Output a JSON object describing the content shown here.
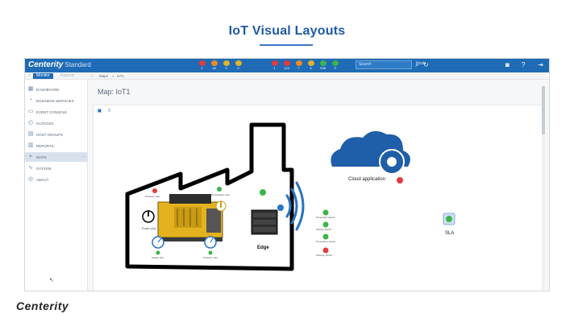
{
  "slide": {
    "title": "IoT Visual Layouts",
    "footer_logo": "Centerity"
  },
  "app": {
    "brand": "Centerity",
    "brand_sub": "Standard",
    "status_groups": [
      [
        {
          "icon": "critical-icon",
          "color": "#e23b3b",
          "count": "4"
        },
        {
          "icon": "warning-icon",
          "color": "#f08a24",
          "count": "18"
        },
        {
          "icon": "gauge-icon",
          "color": "#e2b32b",
          "count": "3"
        },
        {
          "icon": "gauge-ok-icon",
          "color": "#e2b32b",
          "count": "0"
        }
      ],
      [
        {
          "icon": "down-icon",
          "color": "#e23b3b",
          "count": "1"
        },
        {
          "icon": "critical-icon",
          "color": "#e23b3b",
          "count": "124"
        },
        {
          "icon": "warning-icon",
          "color": "#f08a24",
          "count": "7"
        },
        {
          "icon": "unknown-icon",
          "color": "#e2b32b",
          "count": "4"
        },
        {
          "icon": "ok-icon",
          "color": "#3bb54a",
          "count": "938"
        },
        {
          "icon": "check-icon",
          "color": "#3bb54a",
          "count": "3"
        }
      ]
    ],
    "search_placeholder": "Search",
    "search_scope": "Host",
    "tabs": {
      "monitor": "Monitor",
      "reports": "Reports"
    },
    "breadcrumb": {
      "home": "⌂",
      "maps": "Maps",
      "sep": "»",
      "current": "IoT1"
    },
    "sidebar": [
      {
        "icon": "dashboard-icon",
        "glyph": "▦",
        "label": "Dashboard"
      },
      {
        "icon": "business-services-icon",
        "glyph": "◔",
        "label": "Business Services"
      },
      {
        "icon": "event-console-icon",
        "glyph": "▭",
        "label": "Event Console"
      },
      {
        "icon": "outages-icon",
        "glyph": "◴",
        "label": "Outages"
      },
      {
        "icon": "host-groups-icon",
        "glyph": "▤",
        "label": "Host Groups"
      },
      {
        "icon": "reports-icon",
        "glyph": "▥",
        "label": "Reports"
      },
      {
        "icon": "maps-icon",
        "glyph": "⌖",
        "label": "Maps"
      },
      {
        "icon": "system-icon",
        "glyph": "∿",
        "label": "System"
      },
      {
        "icon": "about-icon",
        "glyph": "◎",
        "label": "About"
      }
    ],
    "map_title": "Map: IoT1",
    "map": {
      "edge_label": "Edge",
      "cloud_label": "Cloud application",
      "sla_label": "SLA",
      "power_label": "Power (on)",
      "pressure_label": "Pressure (ok)",
      "gauge_label": "Gauge (ok)",
      "temp_label": "Temperature (ok)",
      "edge_services": [
        "Temperature Sensor",
        "Network_Monitor",
        "Temperature_Sensor",
        "Pressure_Sensor"
      ],
      "colors": {
        "factory": "#000000",
        "cloud": "#1f5ea8",
        "wifi": "#2873c6",
        "ok": "#3bb54a",
        "critical": "#e23b3b"
      }
    }
  }
}
